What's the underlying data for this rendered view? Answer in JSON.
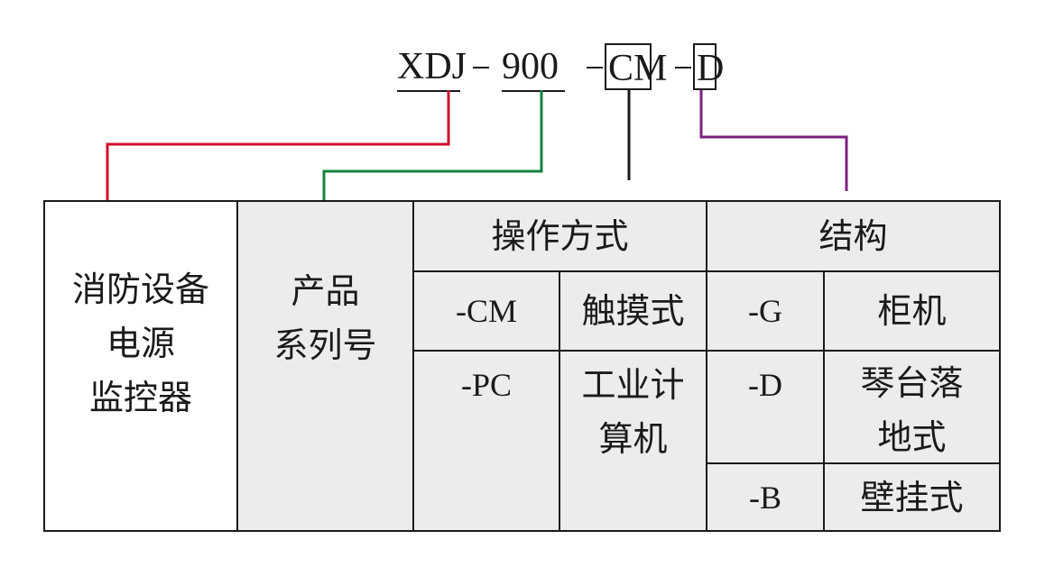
{
  "model_code": {
    "series": "XDJ",
    "sep1": "-",
    "number": "900",
    "sep2": "-",
    "operation": "CM",
    "sep3": "-",
    "structure": "D"
  },
  "colors": {
    "line_series": "#d0102a",
    "line_number": "#13823e",
    "line_operation": "#1a1a1a",
    "line_structure": "#7d207f",
    "grey_fill": "#ececec",
    "border": "#1a1a1a"
  },
  "table": {
    "col_product": [
      "消防设备",
      "电源",
      "监控器"
    ],
    "col_series": [
      "产品",
      "系列号"
    ],
    "operation_header": "操作方式",
    "structure_header": "结构",
    "operation_rows": [
      {
        "code": "-CM",
        "name": [
          "触摸式"
        ]
      },
      {
        "code": "-PC",
        "name": [
          "工业计",
          "算机"
        ]
      }
    ],
    "structure_rows": [
      {
        "code": "-G",
        "name": [
          "柜机"
        ]
      },
      {
        "code": "-D",
        "name": [
          "琴台落",
          "地式"
        ]
      },
      {
        "code": "-B",
        "name": [
          "壁挂式"
        ]
      }
    ]
  }
}
